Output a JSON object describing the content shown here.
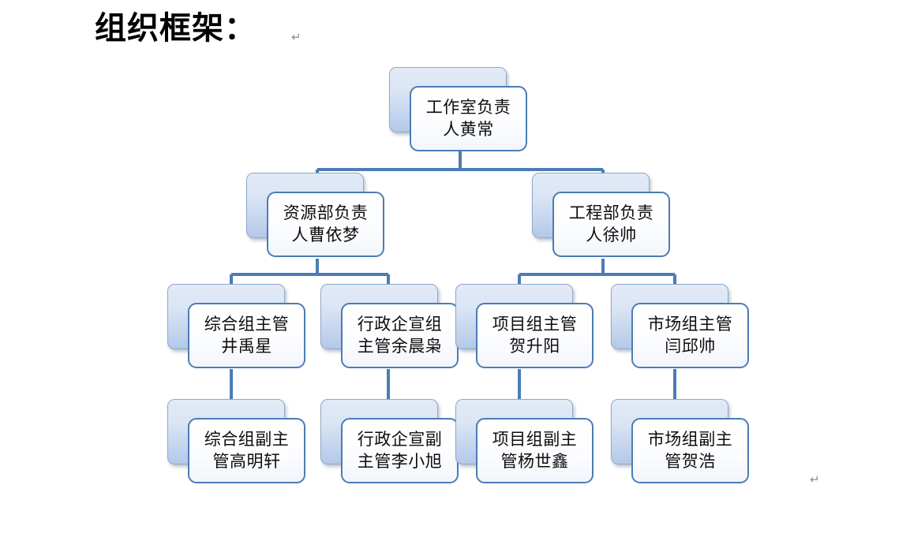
{
  "document": {
    "title": "组织框架：",
    "title_pilcrow": "↵",
    "bottom_pilcrow": "↵",
    "background_color": "#ffffff"
  },
  "theme": {
    "node_border_color": "#4b7cb5",
    "node_fill_color": "#fafbfd",
    "shadow_box_gradient_top": "#e2eaf7",
    "shadow_box_gradient_bottom": "#b3c8e8",
    "connector_color": "#4b7cb5",
    "text_color": "#0d0d0d"
  },
  "chart_data": {
    "type": "diagram",
    "diagram_type": "organization-chart",
    "title": "组织框架：",
    "levels": 4,
    "nodes": [
      {
        "id": "n1",
        "label": "工作室负责人黄常",
        "level": 1,
        "parent": null
      },
      {
        "id": "n2",
        "label": "资源部负责人曹依梦",
        "level": 2,
        "parent": "n1"
      },
      {
        "id": "n3",
        "label": "工程部负责人徐帅",
        "level": 2,
        "parent": "n1"
      },
      {
        "id": "n4",
        "label": "综合组主管井禹星",
        "level": 3,
        "parent": "n2"
      },
      {
        "id": "n5",
        "label": "行政企宣组主管余晨枭",
        "level": 3,
        "parent": "n2"
      },
      {
        "id": "n6",
        "label": "项目组主管贺升阳",
        "level": 3,
        "parent": "n3"
      },
      {
        "id": "n7",
        "label": "市场组主管闫邱帅",
        "level": 3,
        "parent": "n3"
      },
      {
        "id": "n8",
        "label": "综合组副主管高明轩",
        "level": 4,
        "parent": "n4"
      },
      {
        "id": "n9",
        "label": "行政企宣副主管李小旭",
        "level": 4,
        "parent": "n5"
      },
      {
        "id": "n10",
        "label": "项目组副主管杨世鑫",
        "level": 4,
        "parent": "n6"
      },
      {
        "id": "n11",
        "label": "市场组副主管贺浩",
        "level": 4,
        "parent": "n7"
      }
    ]
  },
  "nodes": {
    "n1": {
      "label": "工作室负责人黄常"
    },
    "n2": {
      "label": "资源部负责人曹依梦"
    },
    "n3": {
      "label": "工程部负责人徐帅"
    },
    "n4": {
      "label": "综合组主管井禹星"
    },
    "n5": {
      "label": "行政企宣组主管余晨枭"
    },
    "n6": {
      "label": "项目组主管贺升阳"
    },
    "n7": {
      "label": "市场组主管闫邱帅"
    },
    "n8": {
      "label": "综合组副主管高明轩"
    },
    "n9": {
      "label": "行政企宣副主管李小旭"
    },
    "n10": {
      "label": "项目组副主管杨世鑫"
    },
    "n11": {
      "label": "市场组副主管贺浩"
    }
  }
}
